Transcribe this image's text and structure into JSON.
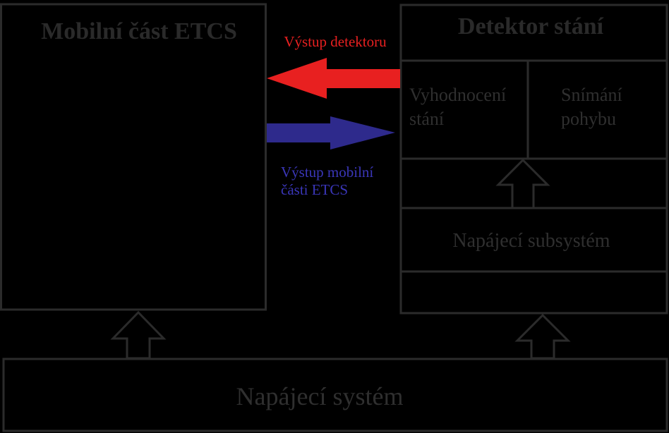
{
  "colors": {
    "background": "#000000",
    "outline": "#2b2b2b",
    "text": "#2f2f2f",
    "detector_output_arrow": "#e82020",
    "etcs_output_arrow": "#2e2a8c",
    "etcs_output_text": "#3a36b8"
  },
  "mobile_etcs": {
    "title": "Mobilní část ETCS"
  },
  "detector": {
    "title": "Detektor stání",
    "evaluation": [
      "Vyhodnocení",
      "stání"
    ],
    "motion_sensing": [
      "Snímání",
      "pohybu"
    ],
    "power_subsystem": "Napájecí subsystém"
  },
  "detector_output": {
    "label": "Výstup detektoru"
  },
  "etcs_output": {
    "label": [
      "Výstup mobilní",
      "části ETCS"
    ]
  },
  "power_system": {
    "label": "Napájecí systém"
  }
}
